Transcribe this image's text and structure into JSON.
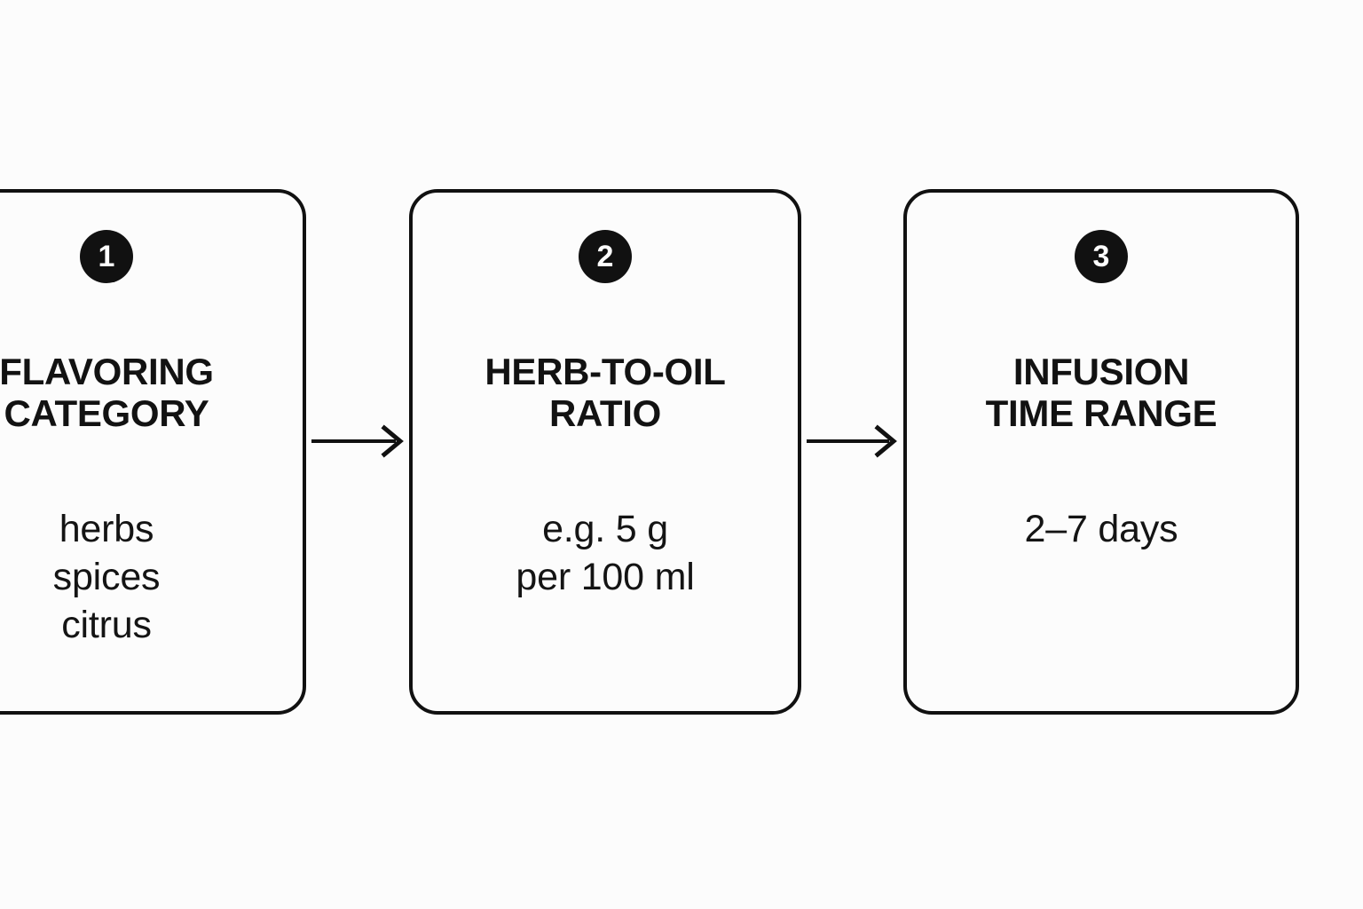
{
  "diagram": {
    "title": "",
    "background_color": "#fcfcfc",
    "line_color": "#111111",
    "badge_color": "#111111",
    "badge_text_color": "#ffffff",
    "steps": [
      {
        "number": "1",
        "title": "FLAVORING\nCATEGORY",
        "body": "herbs\nspices\ncitrus"
      },
      {
        "number": "2",
        "title": "HERB-TO-OIL\nRATIO",
        "body": "e.g. 5 g\nper 100 ml"
      },
      {
        "number": "3",
        "title": "INFUSION\nTIME RANGE",
        "body": "2–7 days"
      }
    ],
    "connectors": [
      {
        "from": "1",
        "to": "2",
        "style": "arrow-right"
      },
      {
        "from": "2",
        "to": "3",
        "style": "arrow-right"
      }
    ]
  }
}
